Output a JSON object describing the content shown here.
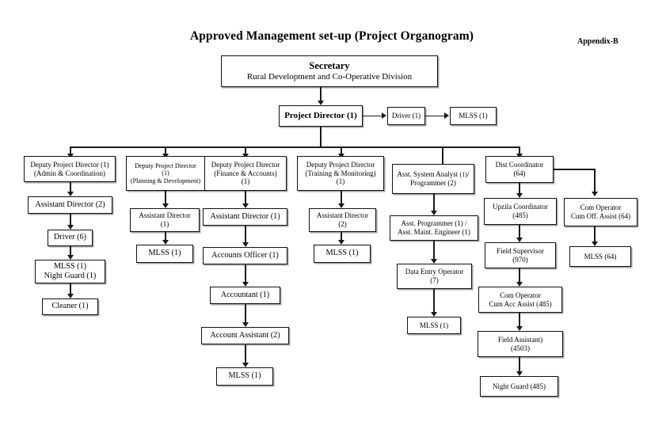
{
  "header": {
    "title": "Approved Management set-up (Project Organogram)",
    "appendix": "Appendix-B"
  },
  "nodes": {
    "secretary": {
      "line1": "Secretary",
      "line2": "Rural Development and Co-Operative Division"
    },
    "project_director": {
      "label": "Project Director (1)"
    },
    "pd_driver": {
      "label": "Driver (1)"
    },
    "pd_mlss": {
      "label": "MLSS (1)"
    },
    "dpd_admin": {
      "line1": "Deputy Project Director (1)",
      "line2": "(Admin & Coordination)"
    },
    "admin_asst_dir": {
      "label": "Assistant Director (2)"
    },
    "admin_driver": {
      "label": "Driver (6)"
    },
    "admin_mlss": {
      "line1": "MLSS (1)",
      "line2": "Night Guard (1)"
    },
    "admin_cleaner": {
      "label": "Cleaner (1)"
    },
    "dpd_planning": {
      "line1": "Deputy Project Director",
      "line2": "(1)",
      "line3": "(Planning & Development)"
    },
    "planning_asst_dir": {
      "line1": "Assistant Director",
      "line2": "(1)"
    },
    "planning_mlss": {
      "label": "MLSS (1)"
    },
    "dpd_finance": {
      "line1": "Deputy Project Director",
      "line2": "(Finance & Accounts)",
      "line3": "(1)"
    },
    "finance_asst_dir": {
      "label": "Assistant Director (1)"
    },
    "finance_accounts_officer": {
      "label": "Accounts Officer (1)"
    },
    "finance_accountant": {
      "label": "Accountant (1)"
    },
    "finance_account_assistant": {
      "label": "Account Assistant (2)"
    },
    "finance_mlss": {
      "label": "MLSS (1)"
    },
    "dpd_training": {
      "line1": "Deputy Project Director",
      "line2": "(Training & Monitoring)",
      "line3": "(1)"
    },
    "training_asst_dir": {
      "line1": "Assistant Director",
      "line2": "(2)"
    },
    "training_mlss": {
      "label": "MLSS (1)"
    },
    "system_analyst": {
      "line1a": "Asst. System Analyst",
      "line1b": "(1)",
      "line1c": "/",
      "line2": "Programmer (2)"
    },
    "asst_programmer": {
      "line1": "Asst. Programmer (1) /",
      "line2": "Asst. Maint. Engineer (1)"
    },
    "data_entry_operator": {
      "line1": "Data Entry Operator",
      "line2": "(7)"
    },
    "deo_mlss": {
      "label": "MLSS (1)"
    },
    "dist_coordinator": {
      "line1": "Dist Coordinator",
      "line2": "(64)"
    },
    "upzila_coordinator": {
      "line1": "Upzila Coordinator",
      "line2": "(485)"
    },
    "field_supervisor": {
      "line1": "Field Supervisor",
      "line2": "(970)"
    },
    "com_operator_acc": {
      "line1": "Com Operator",
      "line2": "Cum Acc Assist (485)"
    },
    "field_assistant": {
      "line1": "Field Assistant)",
      "line2": "(4503)"
    },
    "night_guard": {
      "label": "Night Guard (485)"
    },
    "com_operator_off": {
      "line1": "Com Operator",
      "line2": "Cum Off. Assist (64)"
    },
    "com_off_mlss": {
      "label": "MLSS (64)"
    }
  }
}
